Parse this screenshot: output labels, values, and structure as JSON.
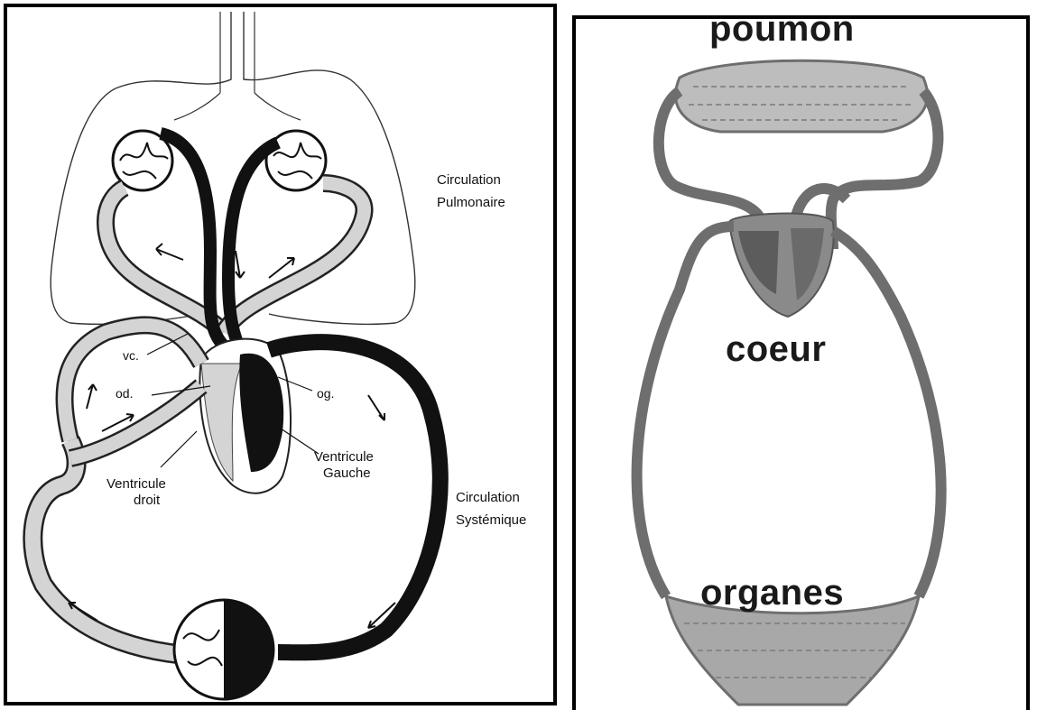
{
  "left_diagram": {
    "labels": {
      "circulation_pulmonaire_1": "Circulation",
      "circulation_pulmonaire_2": "Pulmonaire",
      "vc": "vc.",
      "od": "od.",
      "og": "og.",
      "ventricule_droit_1": "Ventricule",
      "ventricule_droit_2": "droit",
      "ventricule_gauche_1": "Ventricule",
      "ventricule_gauche_2": "Gauche",
      "circulation_systemique_1": "Circulation",
      "circulation_systemique_2": "Systémique"
    },
    "colors": {
      "oxygenated": "#111111",
      "deoxygenated": "#d4d4d4",
      "outline": "#222222"
    }
  },
  "right_diagram": {
    "labels": {
      "poumon": "poumon",
      "coeur": "coeur",
      "organes": "organes"
    },
    "colors": {
      "vessel": "#6e6e6e",
      "heart": "#8a8a8a",
      "capillary": "#9a9a9a"
    }
  }
}
